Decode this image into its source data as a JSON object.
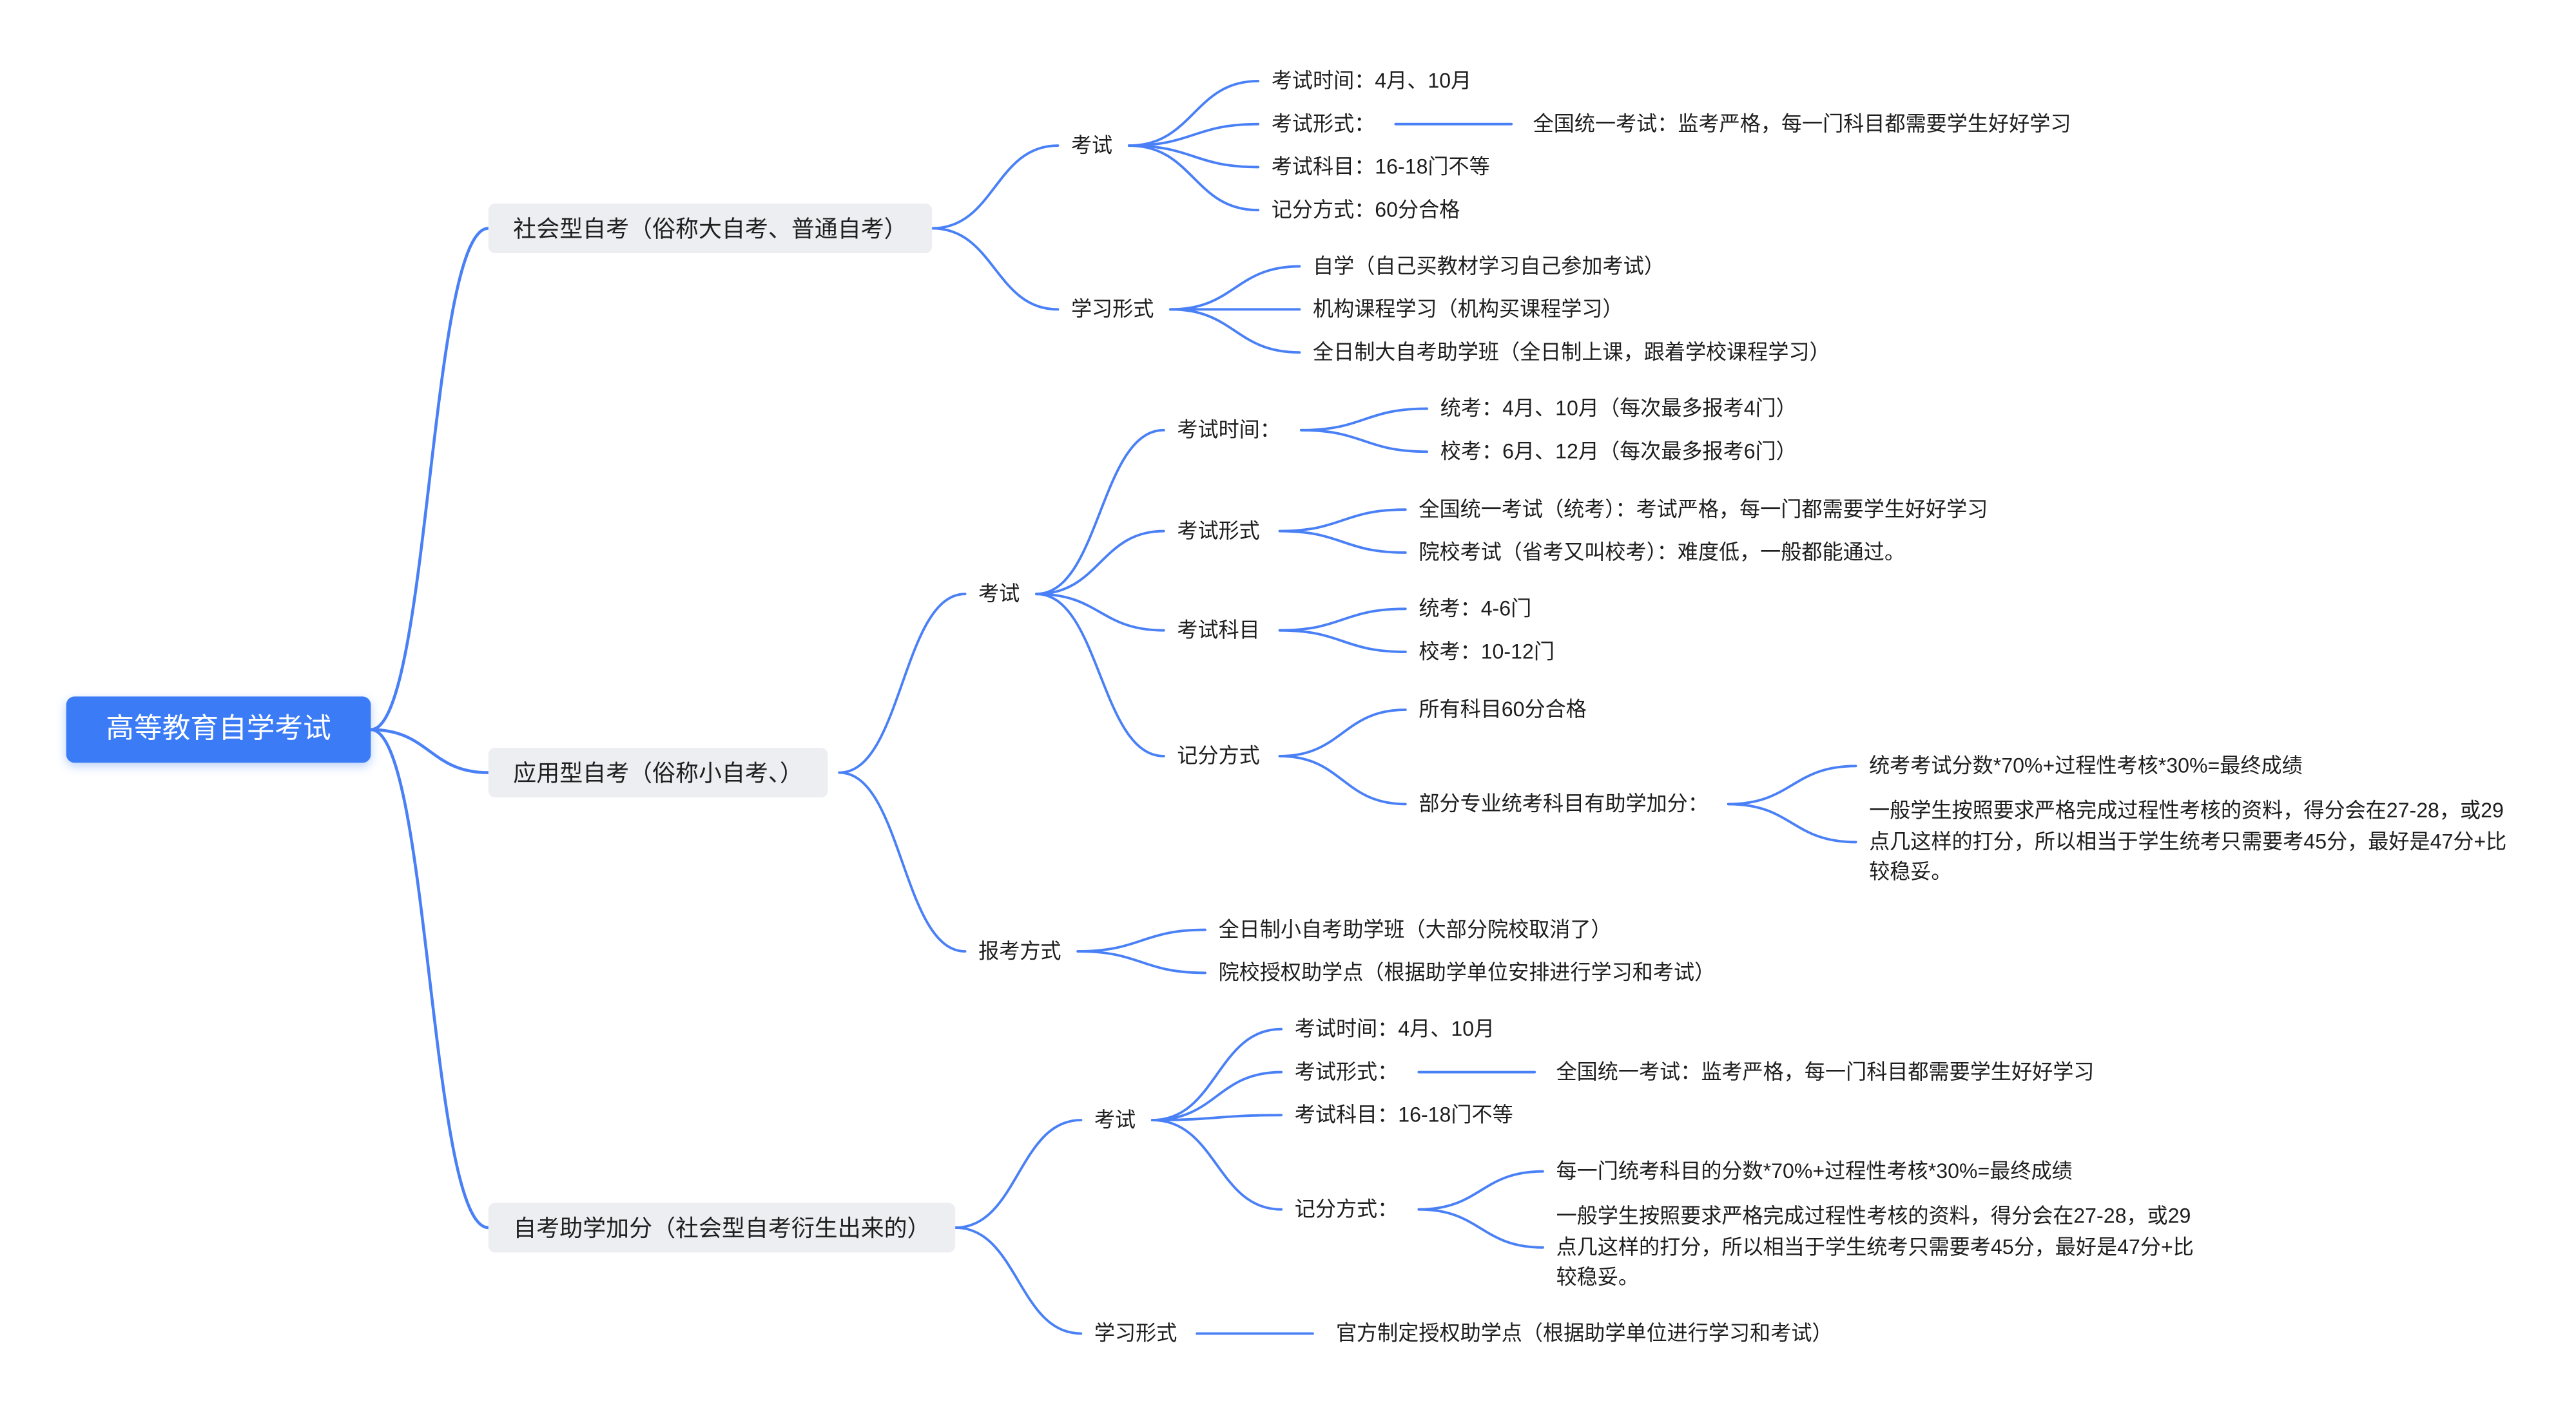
{
  "root": {
    "label": "高等教育自学考试"
  },
  "social": {
    "label": "社会型自考（俗称大自考、普通自考）",
    "exam": {
      "label": "考试",
      "time": "考试时间：4月、10月",
      "form": "考试形式：",
      "form_detail": "全国统一考试：监考严格，每一门科目都需要学生好好学习",
      "subjects": "考试科目：16-18门不等",
      "scoring": "记分方式：60分合格"
    },
    "study": {
      "label": "学习形式",
      "items": [
        "自学（自己买教材学习自己参加考试）",
        "机构课程学习（机构买课程学习）",
        "全日制大自考助学班（全日制上课，跟着学校课程学习）"
      ]
    }
  },
  "applied": {
    "label": "应用型自考（俗称小自考、）",
    "exam": {
      "label": "考试",
      "time": {
        "label": "考试时间：",
        "items": [
          "统考：4月、10月（每次最多报考4门）",
          "校考：6月、12月（每次最多报考6门）"
        ]
      },
      "form": {
        "label": "考试形式",
        "items": [
          "全国统一考试（统考）：考试严格，每一门都需要学生好好学习",
          "院校考试（省考又叫校考）：难度低，一般都能通过。"
        ]
      },
      "subjects": {
        "label": "考试科目",
        "items": [
          "统考：4-6门",
          "校考：10-12门"
        ]
      },
      "scoring": {
        "label": "记分方式",
        "all_pass": "所有科目60分合格",
        "bonus": {
          "label": "部分专业统考科目有助学加分：",
          "formula": "统考考试分数*70%+过程性考核*30%=最终成绩",
          "note_lines": [
            "一般学生按照要求严格完成过程性考核的资料，得分会在27-28，或29",
            "点几这样的打分，所以相当于学生统考只需要考45分，最好是47分+比",
            "较稳妥。"
          ]
        }
      }
    },
    "registration": {
      "label": "报考方式",
      "items": [
        "全日制小自考助学班（大部分院校取消了）",
        "院校授权助学点（根据助学单位安排进行学习和考试）"
      ]
    }
  },
  "assist": {
    "label": "自考助学加分（社会型自考衍生出来的）",
    "exam": {
      "label": "考试",
      "time": "考试时间：4月、10月",
      "form": "考试形式：",
      "form_detail": "全国统一考试：监考严格，每一门科目都需要学生好好学习",
      "subjects": "考试科目：16-18门不等",
      "scoring": {
        "label": "记分方式：",
        "formula": "每一门统考科目的分数*70%+过程性考核*30%=最终成绩",
        "note_lines": [
          "一般学生按照要求严格完成过程性考核的资料，得分会在27-28，或29",
          "点几这样的打分，所以相当于学生统考只需要考45分，最好是47分+比",
          "较稳妥。"
        ]
      }
    },
    "study": {
      "label": "学习形式",
      "detail": "官方制定授权助学点（根据助学单位进行学习和考试）"
    }
  },
  "colors": {
    "accent": "#3b7cf6",
    "connector": "#4a80f6",
    "topic_bg": "#eceef2"
  }
}
